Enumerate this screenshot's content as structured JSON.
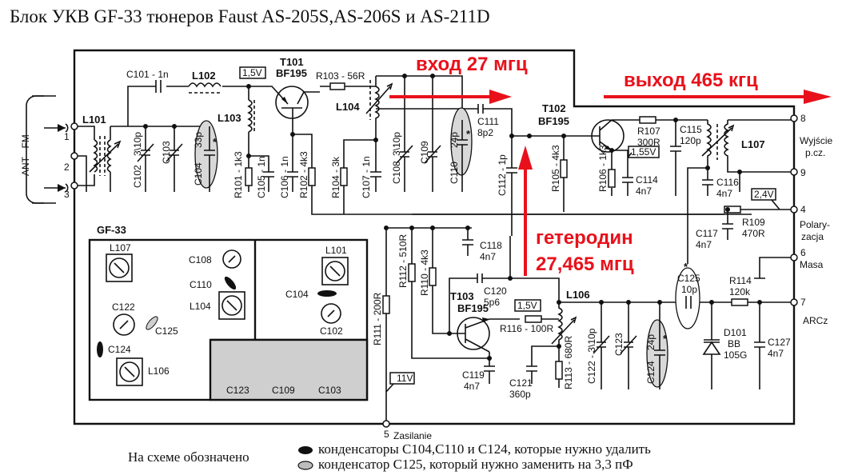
{
  "title": "Блок УКВ GF-33 тюнеров Faust AS-205S,AS-206S и AS-211D",
  "annotations": {
    "input": "вход 27 мгц",
    "output": "выход 465 кгц",
    "oscillator_line1": "гетеродин",
    "oscillator_line2": "27,465 мгц",
    "accent_color": "#e8111b"
  },
  "antenna": {
    "label": "ANT - FM",
    "pins": [
      "1",
      "2",
      "3"
    ]
  },
  "components": {
    "C101": "C101 - 1n",
    "L101": "L101",
    "L102": "L102",
    "L103": "L103",
    "L104": "L104",
    "L106": "L106",
    "L107": "L107",
    "T101": "T101",
    "T101_type": "BF195",
    "T102": "T102",
    "T102_type": "BF195",
    "T103": "T103",
    "T103_type": "BF195",
    "R101": "R101 - 1k3",
    "R102": "R102 - 4k3",
    "R103": "R103 - 56R",
    "R104": "R104 - 3k",
    "R105": "R105 - 4k3",
    "R106": "R106 - 1k3",
    "R107": "R107",
    "R107_val": "300R",
    "R109": "R109",
    "R109_val": "470R",
    "R110": "R110 - 4k3",
    "R111": "R111 - 200R",
    "R112": "R112 - 510R",
    "R113": "R113 - 680R",
    "R114": "R114",
    "R114_val": "120k",
    "R116": "R116 - 100R",
    "C102": "C102",
    "C102_val": "3\\10p",
    "C103": "C103",
    "C104": "C104",
    "C104_val": "33p",
    "C105": "C105 - 1n",
    "C106": "C106 - 1n",
    "C107": "C107 - 1n",
    "C108": "C108",
    "C108_val": "3\\10p",
    "C109": "C109",
    "C110": "C110",
    "C110_val": "24p",
    "C111": "C111",
    "C111_val": "8p2",
    "C112": "C112 - 1p",
    "C114": "C114",
    "C114_val": "4n7",
    "C115": "C115",
    "C115_val": "120p",
    "C116": "C116",
    "C116_val": "4n7",
    "C117": "C117",
    "C117_val": "4n7",
    "C118": "C118",
    "C118_val": "4n7",
    "C119": "C119",
    "C119_val": "4n7",
    "C120": "C120",
    "C120_val": "5p6",
    "C121": "C121",
    "C121_val": "360p",
    "C122": "C122 - 3\\10p",
    "C123": "C123",
    "C124": "C124",
    "C124_val": "24p",
    "C125": "C125",
    "C125_val": "10p",
    "C127": "C127",
    "C127_val": "4n7",
    "D101": "D101",
    "D101_type1": "BB",
    "D101_type2": "105G",
    "star": "*"
  },
  "voltages": {
    "t101": "1,5V",
    "t102": "1,55V",
    "pin4": "2,4V",
    "t103": "1,5V",
    "supply": "11V"
  },
  "pins": {
    "p8": "8",
    "p9": "9",
    "p89_label1": "Wyjście",
    "p89_label2": "p.cz.",
    "p4": "4",
    "p4_label1": "Polary-",
    "p4_label2": "zacja",
    "p6": "6",
    "p6_label": "Masa",
    "p7": "7",
    "p7_label": "ARCz",
    "p5": "5",
    "p5_label": "Zasilanie"
  },
  "layout_board": {
    "title": "GF-33",
    "parts": [
      "L107",
      "C108",
      "C110",
      "L104",
      "C122",
      "C125",
      "C124",
      "L106",
      "L101",
      "C104",
      "C102"
    ],
    "shaded": [
      "C123",
      "C109",
      "C103"
    ]
  },
  "legend": {
    "intro": "На схеме обозначено",
    "black_item": "конденсаторы С104,С110 и  С124, которые нужно удалить",
    "grey_item": "конденсатор С125, который нужно заменить на 3,3 пФ"
  }
}
